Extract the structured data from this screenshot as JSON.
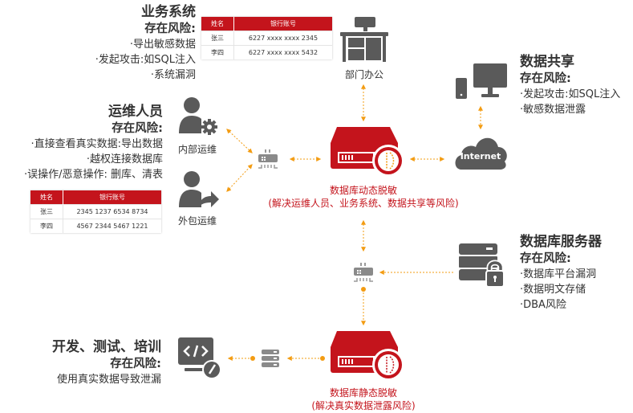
{
  "colors": {
    "accent_red": "#c4141c",
    "icon_gray": "#5a5a5a",
    "connector_orange": "#f39c12",
    "text": "#333333"
  },
  "business_system": {
    "title": "业务系统",
    "risk_label": "存在风险:",
    "items": [
      "·导出敏感数据",
      "·发起攻击:如SQL注入",
      "·系统漏洞"
    ],
    "table": {
      "headers": [
        "姓名",
        "银行账号"
      ],
      "rows": [
        [
          "张三",
          "6227 xxxx xxxx 2345"
        ],
        [
          "李四",
          "6227 xxxx xxxx 5432"
        ]
      ]
    }
  },
  "office": {
    "label": "部门办公",
    "icon": "office-desk-icon"
  },
  "data_sharing": {
    "title": "数据共享",
    "risk_label": "存在风险:",
    "items": [
      "·发起攻击:如SQL注入",
      "·敏感数据泄露"
    ],
    "device_icon": "desktop-mobile-icon",
    "cloud_label": "Internet"
  },
  "ops_staff": {
    "title": "运维人员",
    "risk_label": "存在风险:",
    "items": [
      "·直接查看真实数据:导出数据",
      "·越权连接数据库",
      "·误操作/恶意操作: 删库、清表"
    ],
    "table": {
      "headers": [
        "姓名",
        "银行账号"
      ],
      "rows": [
        [
          "张三",
          "2345 1237 6534 8734"
        ],
        [
          "李四",
          "4567 2344 5467 1221"
        ]
      ]
    },
    "internal_label": "内部运维",
    "outsourced_label": "外包运维"
  },
  "dynamic_masking": {
    "title": "数据库动态脱敏",
    "subtitle": "(解决运维人员、业务系统、数据共享等风险)"
  },
  "db_server": {
    "title": "数据库服务器",
    "risk_label": "存在风险:",
    "items": [
      "·数据库平台漏洞",
      "·数据明文存储",
      "·DBA风险"
    ]
  },
  "dev_test": {
    "title": "开发、测试、培训",
    "risk_label": "存在风险:",
    "items": [
      "使用真实数据导致泄漏"
    ]
  },
  "static_masking": {
    "title": "数据库静态脱敏",
    "subtitle": "(解决真实数据泄露风险)"
  }
}
